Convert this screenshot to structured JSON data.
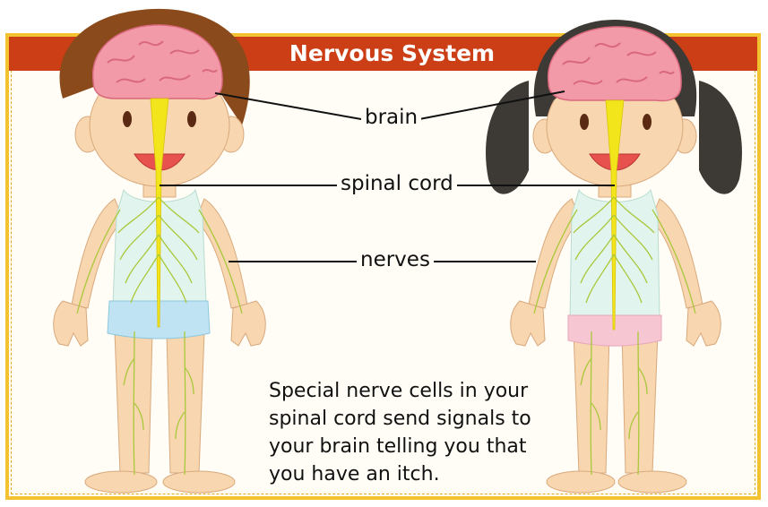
{
  "title": "Nervous System",
  "labels": {
    "brain": "brain",
    "spinal_cord": "spinal cord",
    "nerves": "nerves"
  },
  "caption_lines": [
    "Special nerve cells in your",
    "spinal cord send signals to",
    "your brain telling you that",
    "you have an itch."
  ],
  "colors": {
    "banner": "#cc3f16",
    "frame": "#f2c230",
    "brain": "#f29aa8",
    "spinal_cord": "#f3e51c",
    "nerves": "#a9c83a",
    "skin": "#f7d6b0",
    "boy_hair": "#8a4a1c",
    "girl_hair": "#3d3a36",
    "boy_shirt": "#e2f4ee",
    "boy_shorts": "#bfe3f2",
    "girl_shorts": "#f6c6d3"
  }
}
